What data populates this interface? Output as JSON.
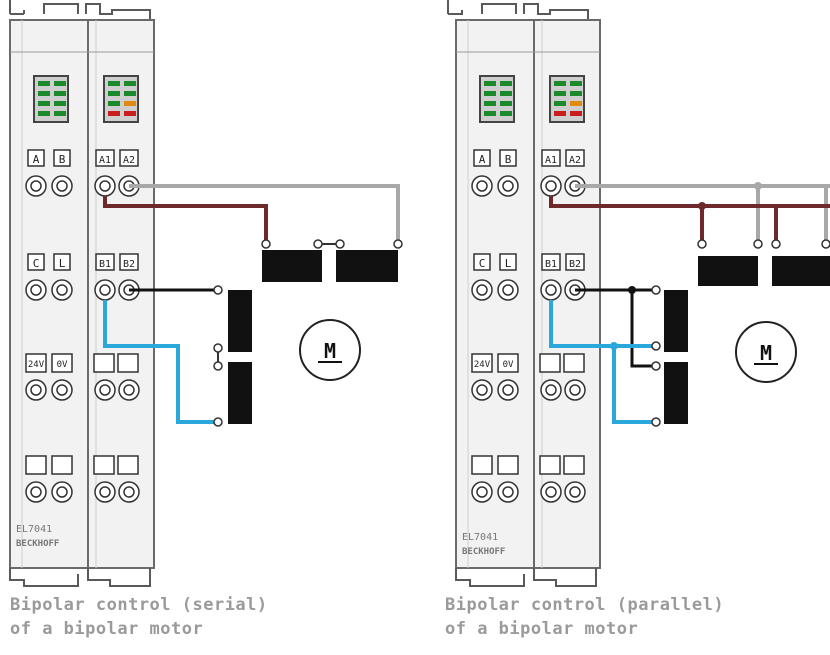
{
  "left": {
    "terminal_labels": {
      "a": "A",
      "b": "B",
      "c": "C",
      "l": "L",
      "v24": "24V",
      "v0": "0V",
      "a1": "A1",
      "a2": "A2",
      "b1": "B1",
      "b2": "B2"
    },
    "model": "EL7041",
    "brand": "BECKHOFF",
    "motor": "M",
    "caption": {
      "line1": "Bipolar control (serial)",
      "line2": "of a bipolar motor"
    }
  },
  "right": {
    "terminal_labels": {
      "a": "A",
      "b": "B",
      "c": "C",
      "l": "L",
      "v24": "24V",
      "v0": "0V",
      "a1": "A1",
      "a2": "A2",
      "b1": "B1",
      "b2": "B2"
    },
    "model": "EL7041",
    "brand": "BECKHOFF",
    "motor": "M",
    "caption": {
      "line1": "Bipolar control (parallel)",
      "line2": "of a bipolar motor"
    }
  },
  "colors": {
    "wire_gray": "#a8a8a8",
    "wire_brown": "#6e2a2a",
    "wire_black": "#111111",
    "wire_blue": "#2aa8dc",
    "led_green": "#1a8a2a",
    "led_orange": "#e08a10",
    "led_red": "#c81e1e",
    "caption": "#9a9a9a"
  }
}
